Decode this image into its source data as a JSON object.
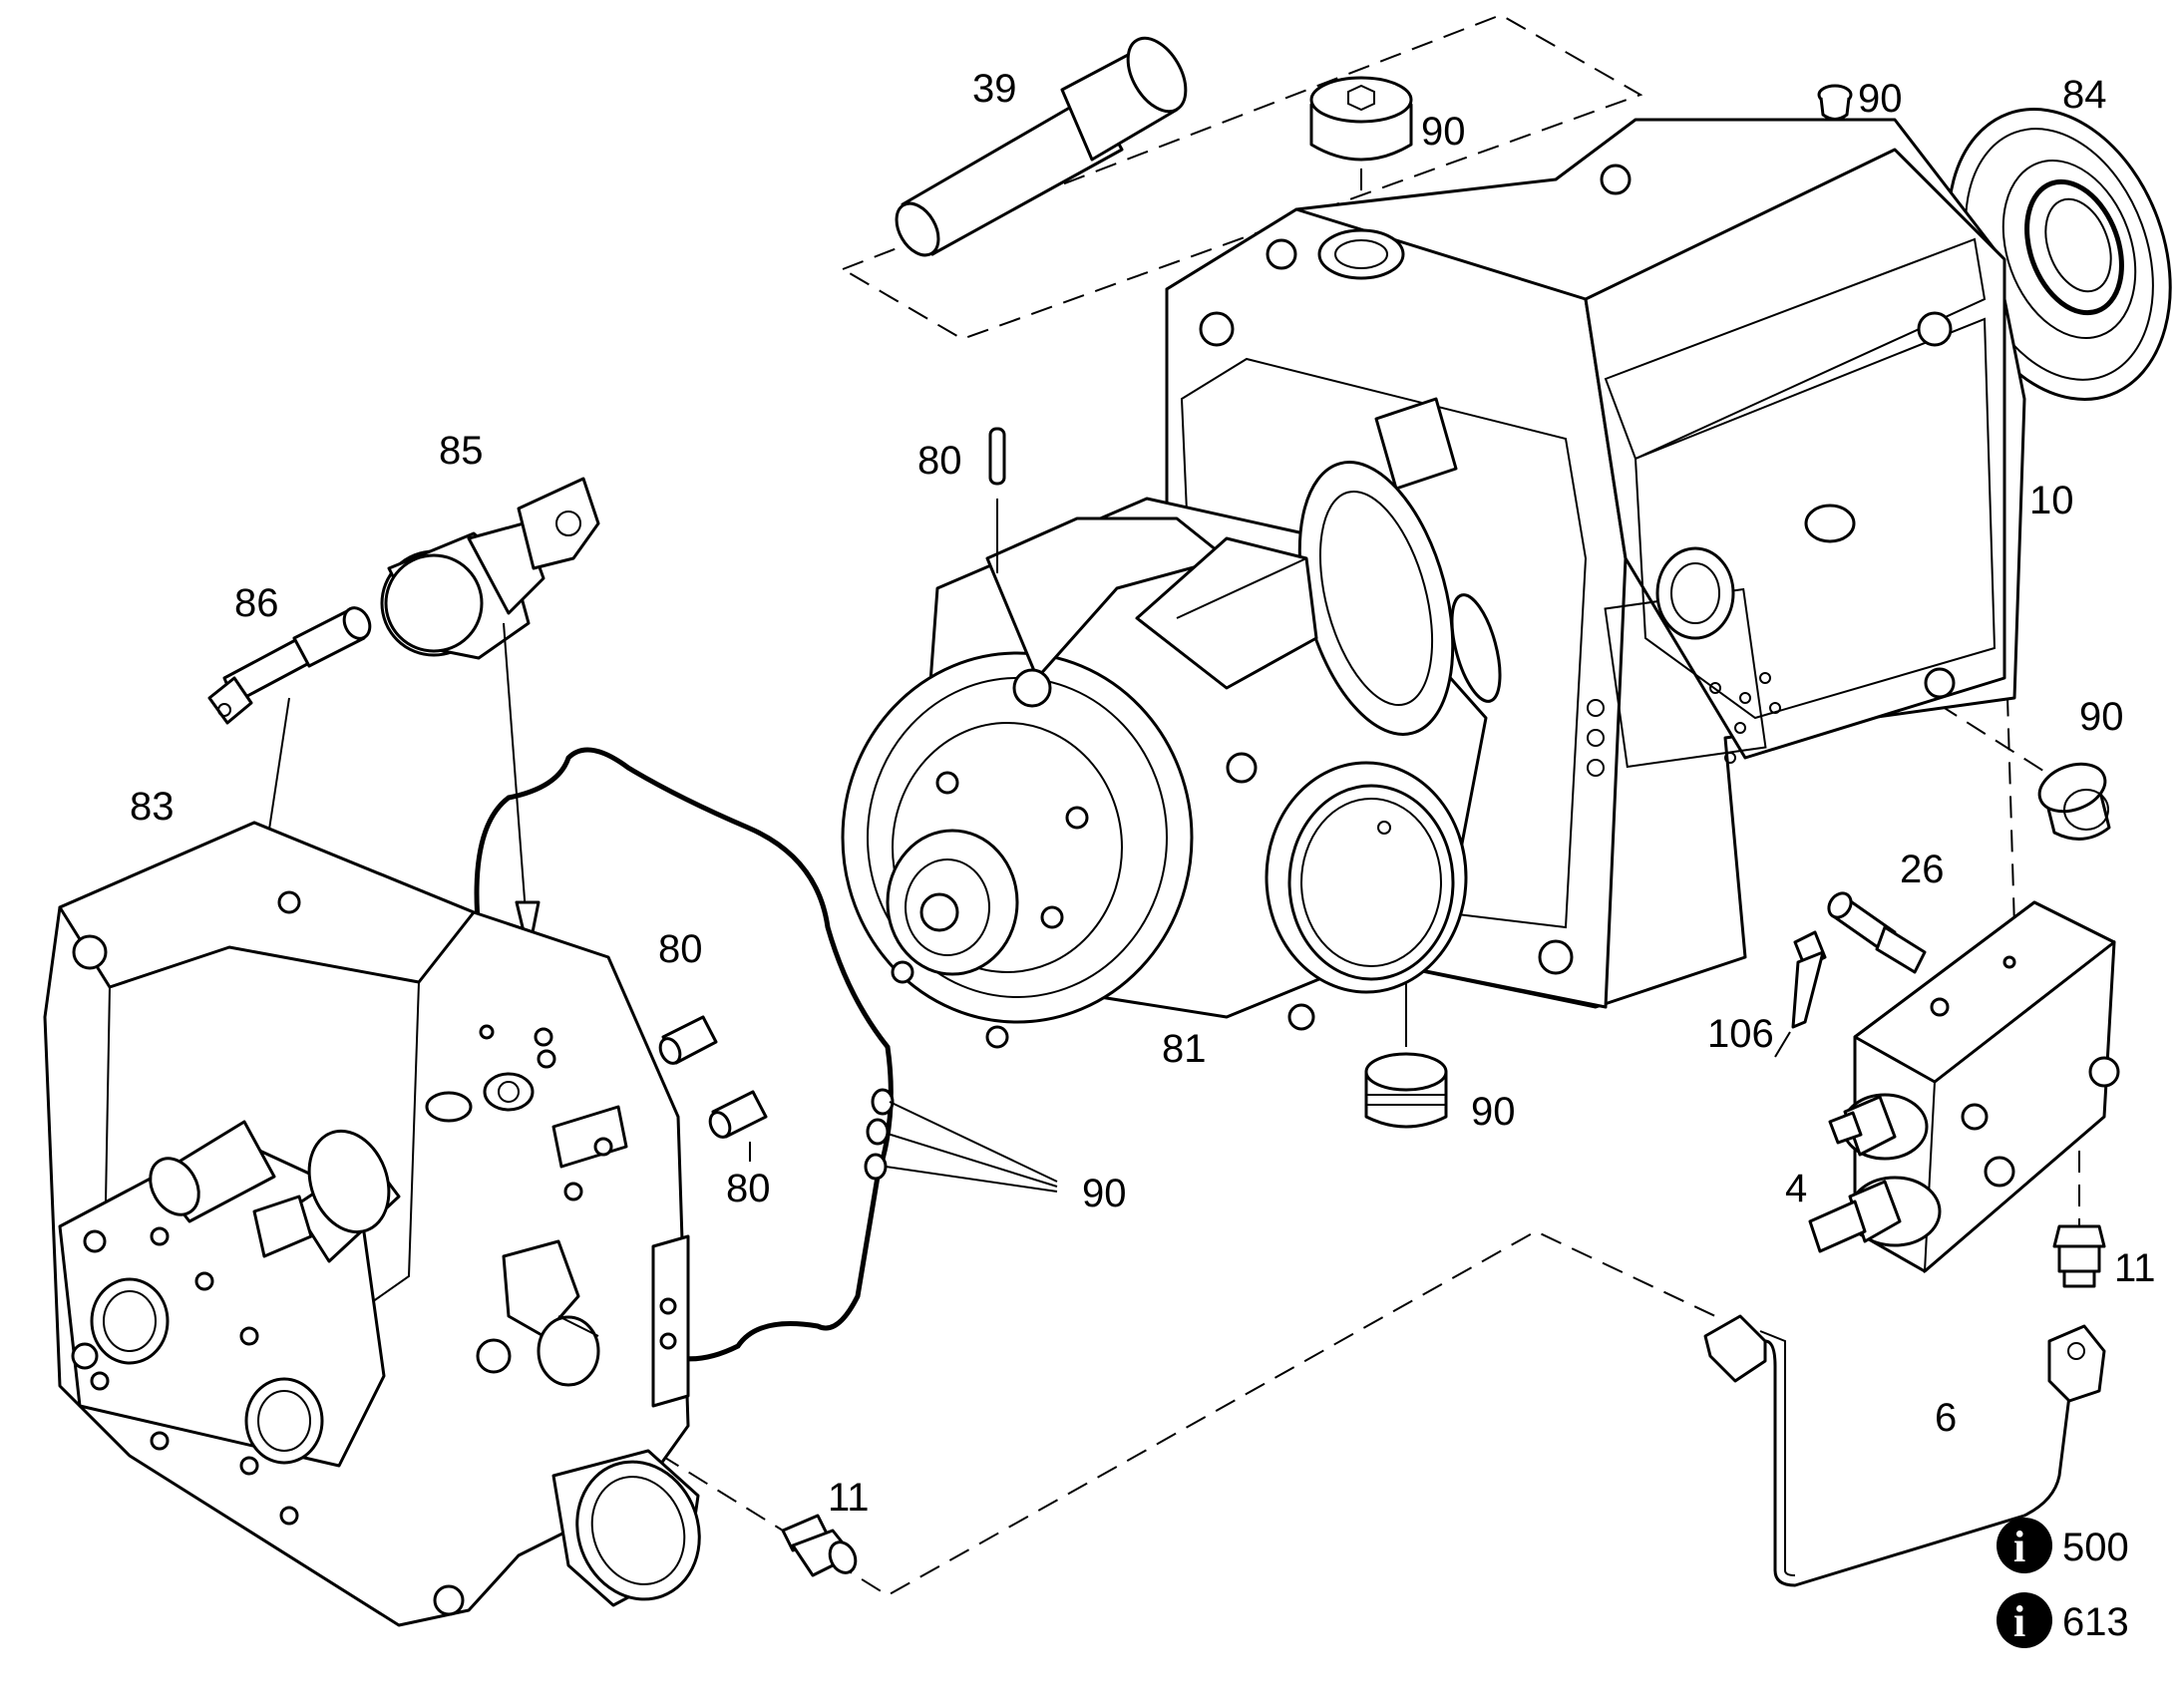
{
  "callouts": {
    "c39": "39",
    "c90_top": "90",
    "c90_tr": "90",
    "c84": "84",
    "c85": "85",
    "c80_top": "80",
    "c10": "10",
    "c86": "86",
    "c90_right": "90",
    "c83": "83",
    "c26": "26",
    "c80_mid": "80",
    "c106": "106",
    "c81": "81",
    "c90_bottom": "90",
    "c80_low": "80",
    "c90_orings": "90",
    "c4": "4",
    "c11_right": "11",
    "c6": "6",
    "c11_bottom": "11"
  },
  "info": {
    "ref1": "500",
    "ref2": "613",
    "icon_glyph": "i"
  },
  "icons": [
    "info-circle-icon",
    "info-circle-icon"
  ],
  "colors": {
    "ink": "#000000",
    "paper": "#ffffff"
  }
}
